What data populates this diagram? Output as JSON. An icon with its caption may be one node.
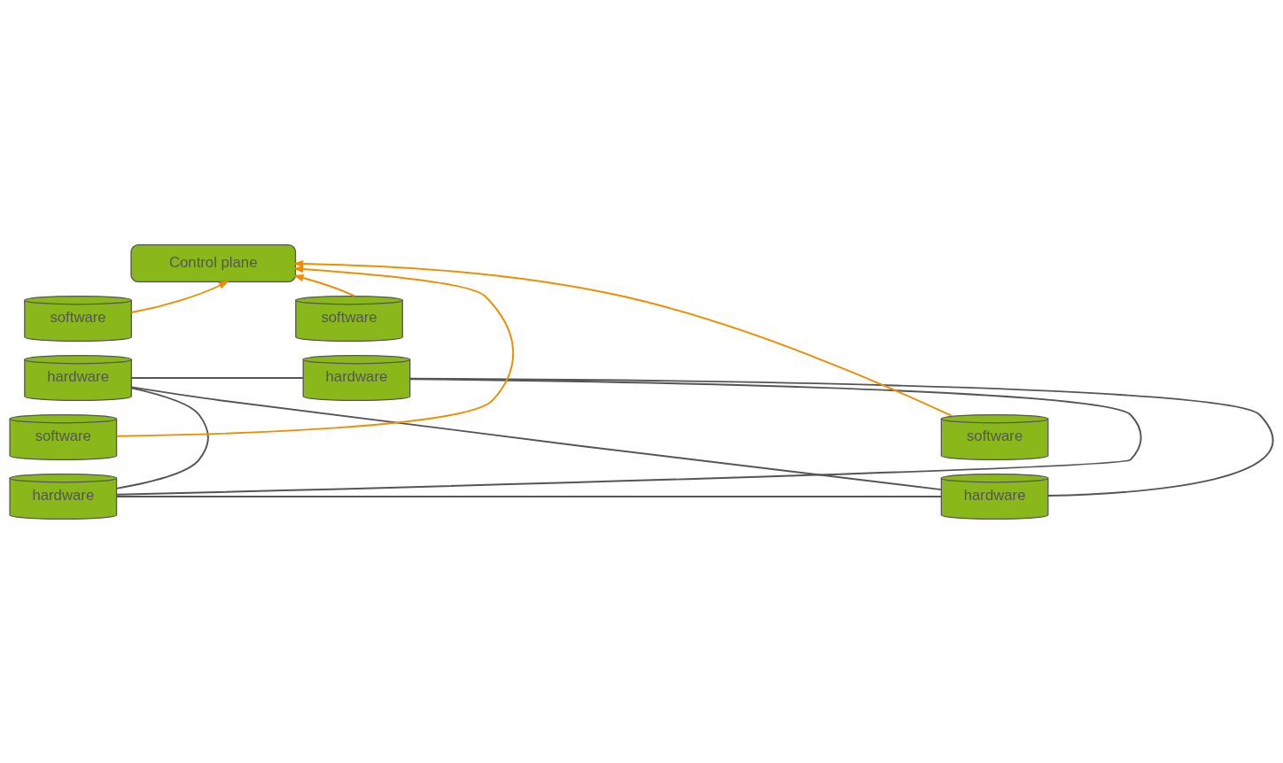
{
  "diagram": {
    "nodes": [
      {
        "text": [
          "Control plane"
        ]
      },
      {
        "text": [
          "software"
        ]
      },
      {
        "text": [
          "software"
        ]
      },
      {
        "text": [
          "hardware"
        ]
      },
      {
        "text": [
          "hardware"
        ]
      },
      {
        "text": [
          "software"
        ]
      },
      {
        "text": [
          "software"
        ]
      },
      {
        "text": [
          "hardware"
        ]
      },
      {
        "text": [
          "hardware"
        ]
      }
    ],
    "edges": [
      {
        "from": 1,
        "to": 0,
        "arrow": "to",
        "color": "#f08c00"
      },
      {
        "from": 5,
        "to": 0,
        "arrow": "to",
        "color": "#f08c00"
      },
      {
        "from": 6,
        "to": 0,
        "arrow": "to",
        "color": "#f08c00"
      },
      {
        "from": 2,
        "to": 0,
        "arrow": "to",
        "color": "#f08c00"
      },
      {
        "from": 3,
        "to": 4,
        "arrow": "none"
      },
      {
        "from": 3,
        "to": 8,
        "arrow": "none"
      },
      {
        "from": 4,
        "to": 7,
        "arrow": "none"
      },
      {
        "from": 7,
        "to": 8,
        "arrow": "none"
      },
      {
        "from": 3,
        "to": 7,
        "arrow": "none"
      },
      {
        "from": 4,
        "to": 8,
        "arrow": "none"
      }
    ]
  }
}
